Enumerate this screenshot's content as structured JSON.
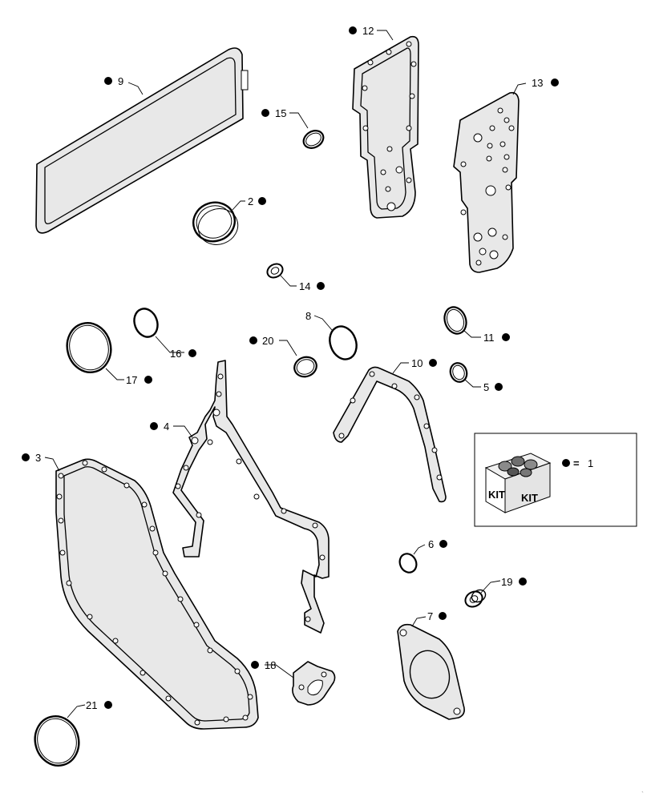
{
  "callouts": [
    {
      "id": "9",
      "text": "9"
    },
    {
      "id": "12",
      "text": "12"
    },
    {
      "id": "13",
      "text": "13"
    },
    {
      "id": "15",
      "text": "15"
    },
    {
      "id": "2",
      "text": "2"
    },
    {
      "id": "14",
      "text": "14"
    },
    {
      "id": "8",
      "text": "8"
    },
    {
      "id": "16",
      "text": "16"
    },
    {
      "id": "20",
      "text": "20"
    },
    {
      "id": "11",
      "text": "11"
    },
    {
      "id": "17",
      "text": "17"
    },
    {
      "id": "10",
      "text": "10"
    },
    {
      "id": "5",
      "text": "5"
    },
    {
      "id": "4",
      "text": "4"
    },
    {
      "id": "3",
      "text": "3"
    },
    {
      "id": "1",
      "text": "1"
    },
    {
      "id": "6",
      "text": "6"
    },
    {
      "id": "19",
      "text": "19"
    },
    {
      "id": "7",
      "text": "7"
    },
    {
      "id": "18",
      "text": "18"
    },
    {
      "id": "21",
      "text": "21"
    }
  ],
  "kit_legend": {
    "kit_label_left": "KIT",
    "kit_label_right": "KIT",
    "equals": "=",
    "part_number": "1"
  },
  "colors": {
    "line": "#000000",
    "gasket_fill": "#e8e8e8",
    "background": "#ffffff"
  }
}
